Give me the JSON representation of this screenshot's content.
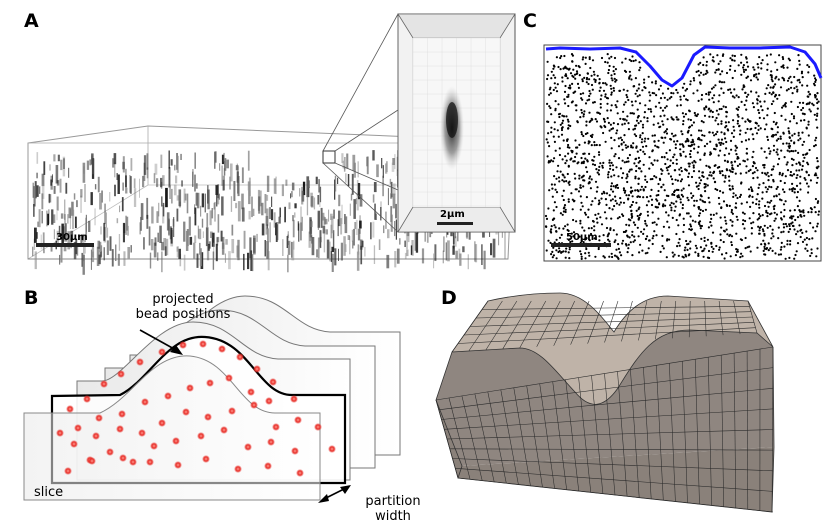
{
  "panels": {
    "a": {
      "letter": "A",
      "scalebar_main": "30µm",
      "scalebar_inset": "2µm"
    },
    "b": {
      "letter": "B",
      "callout_line1": "projected",
      "callout_line2": "bead positions",
      "slice_label": "slice",
      "partition_line1": "partition",
      "partition_line2": "width",
      "bead_color": "#e8302a"
    },
    "c": {
      "letter": "C",
      "scalebar": "50µm",
      "surface_color": "#1a1aff"
    },
    "d": {
      "letter": "D",
      "mesh_fill": "#a89c91"
    }
  }
}
